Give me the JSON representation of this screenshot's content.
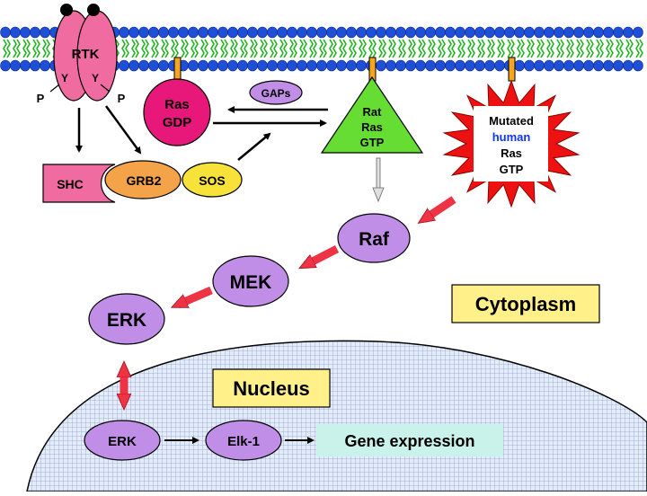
{
  "rtk": {
    "label": "RTK",
    "y_left": "Y",
    "y_right": "Y",
    "p_left": "P",
    "p_right": "P"
  },
  "ras_gdp": {
    "line1": "Ras",
    "line2": "GDP"
  },
  "gaps": "GAPs",
  "rat_ras_gtp": {
    "line1": "Rat",
    "line2": "Ras",
    "line3": "GTP"
  },
  "mutated": {
    "line1": "Mutated",
    "line2": "human",
    "line3": "Ras",
    "line4": "GTP"
  },
  "shc": "SHC",
  "grb2": "GRB2",
  "sos": "SOS",
  "raf": "Raf",
  "mek": "MEK",
  "erk_cytoplasm": "ERK",
  "cytoplasm_label": "Cytoplasm",
  "nucleus_label": "Nucleus",
  "erk_nucleus": "ERK",
  "elk1": "Elk-1",
  "gene_expression": "Gene expression",
  "colors": {
    "membrane_head": "#1f4fd6",
    "membrane_tail": "#22b422",
    "rtk": "#f06ca0",
    "ras_gdp": "#e8187a",
    "gaps": "#c08ee6",
    "rat_ras_gtp": "#66dd33",
    "mutated_burst": "#ee1111",
    "human_text": "#1133ee",
    "shc": "#f06ca0",
    "grb2": "#f5a348",
    "sos": "#f7e23a",
    "kinase": "#c08ee6",
    "red_arrow": "#ee3344",
    "label_box": "#fff08a",
    "nucleus_grid": "#9aaed6",
    "gene_box": "#c8f2ea",
    "anchor": "#f5a520"
  }
}
